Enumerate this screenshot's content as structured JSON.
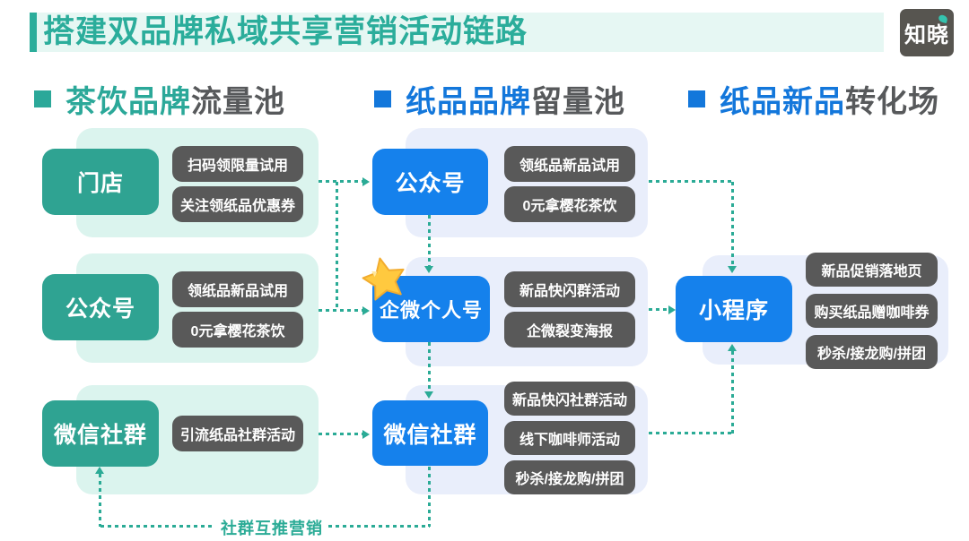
{
  "title": "搭建双品牌私域共享营销活动链路",
  "logo": "知晓",
  "headers": [
    {
      "highlight": "茶饮品牌",
      "rest": "流量池"
    },
    {
      "highlight": "纸品品牌",
      "rest": "留量池"
    },
    {
      "highlight": "纸品新品",
      "rest": "转化场"
    }
  ],
  "tea_pool": {
    "groups": [
      {
        "node": "门店",
        "chips": [
          "扫码领限量试用",
          "关注领纸品优惠券"
        ]
      },
      {
        "node": "公众号",
        "chips": [
          "领纸品新品试用",
          "0元拿樱花茶饮"
        ]
      },
      {
        "node": "微信社群",
        "chips": [
          "引流纸品社群活动"
        ]
      }
    ]
  },
  "paper_pool": {
    "groups": [
      {
        "node": "公众号",
        "chips": [
          "领纸品新品试用",
          "0元拿樱花茶饮"
        ]
      },
      {
        "node": "企微个人号",
        "chips": [
          "新品快闪群活动",
          "企微裂变海报"
        ],
        "starred": true
      },
      {
        "node": "微信社群",
        "chips": [
          "新品快闪社群活动",
          "线下咖啡师活动",
          "秒杀/接龙购/拼团"
        ]
      }
    ]
  },
  "conversion": {
    "node": "小程序",
    "chips": [
      "新品促销落地页",
      "购买纸品赠咖啡券",
      "秒杀/接龙购/拼团"
    ]
  },
  "connector_label": "社群互推营销",
  "colors": {
    "title_teal": "#2BAD9B",
    "title_band": "#E6F7F3",
    "node_teal": "#2FA392",
    "panel_teal": "#DBF4EE",
    "node_blue": "#1581EC",
    "panel_blue": "#E9EEFB",
    "header_blue": "#1377DB",
    "header_teal": "#2BA899",
    "chip_gray": "#595959",
    "arrow_teal": "#2BAB96",
    "star_yellow": "#FFC93F",
    "logo_bg": "#575550"
  }
}
